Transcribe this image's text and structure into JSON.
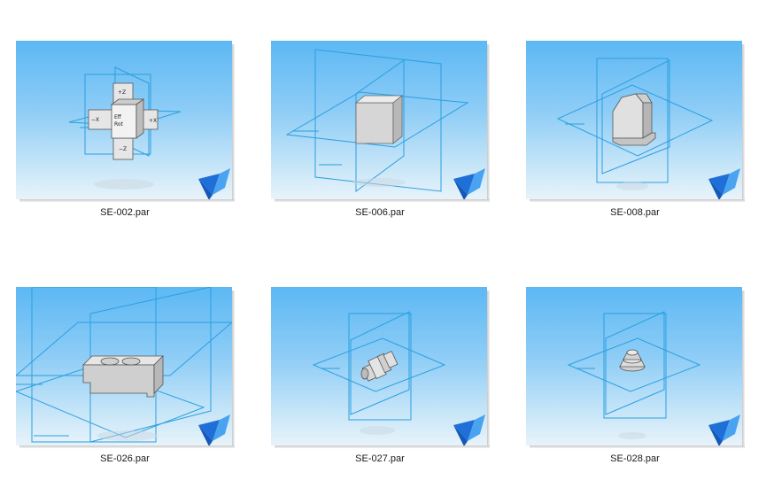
{
  "files": [
    {
      "name": "SE-002.par",
      "icon": "cube-axis-icon"
    },
    {
      "name": "SE-006.par",
      "icon": "box-icon"
    },
    {
      "name": "SE-008.par",
      "icon": "bracket-icon"
    },
    {
      "name": "SE-026.par",
      "icon": "plate-icon"
    },
    {
      "name": "SE-027.par",
      "icon": "shaft-icon"
    },
    {
      "name": "SE-028.par",
      "icon": "cone-icon"
    }
  ],
  "colors": {
    "sky_top": "#5cb8f4",
    "sky_bottom": "#e8f3fa",
    "plane_stroke": "#2a9fe0",
    "part_fill": "#d8d8d8",
    "badge": "#1e6fd8"
  }
}
